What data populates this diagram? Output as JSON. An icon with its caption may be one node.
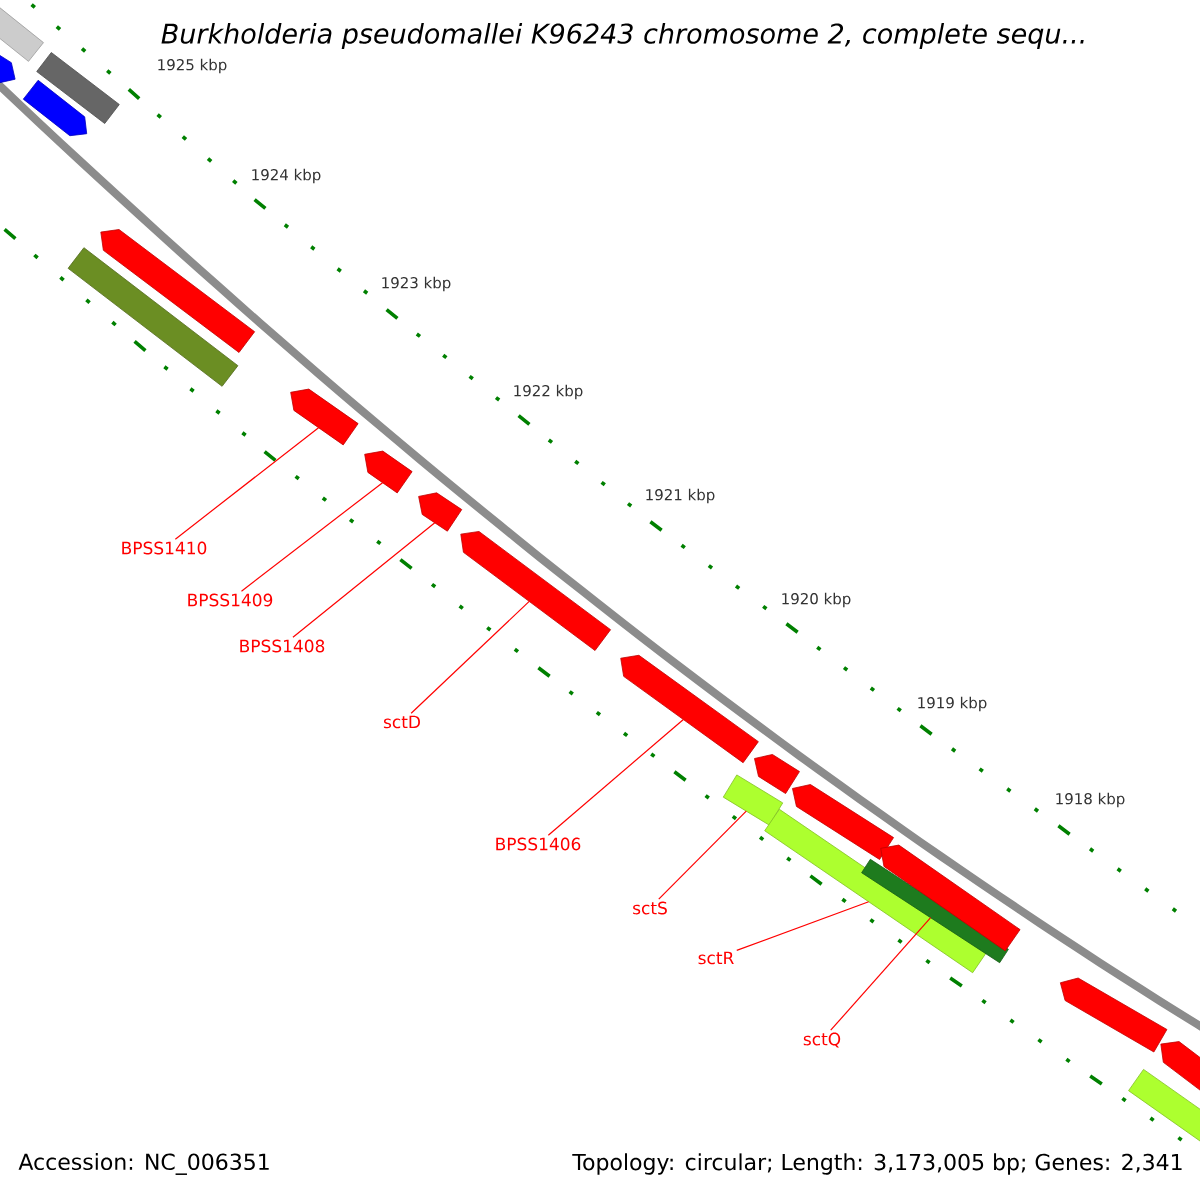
{
  "diagram": {
    "title": "Burkholderia pseudomallei K96243 chromosome 2, complete sequ...",
    "nodes": [
      {
        "text": [
          "BPSS1410"
        ]
      },
      {
        "text": [
          "BPSS1409"
        ]
      },
      {
        "text": [
          "BPSS1408"
        ]
      },
      {
        "text": [
          "sctD"
        ]
      },
      {
        "text": [
          "BPSS1406"
        ]
      },
      {
        "text": [
          "sctS"
        ]
      },
      {
        "text": [
          "sctR"
        ]
      },
      {
        "text": [
          "sctQ"
        ]
      },
      {
        "text": [],
        "shape": "bar"
      },
      {
        "text": [],
        "shape": "bar"
      },
      {
        "text": [],
        "shape": "bar"
      },
      {
        "text": [],
        "shape": "bar"
      },
      {
        "text": [],
        "shape": "bar"
      },
      {
        "text": [],
        "shape": "bar"
      },
      {
        "text": [],
        "shape": "bar"
      },
      {
        "text": [],
        "shape": "bar"
      },
      {
        "text": [],
        "shape": "bar"
      },
      {
        "text": [],
        "shape": "bar"
      },
      {
        "text": [],
        "shape": "bar"
      },
      {
        "text": [],
        "shape": "bar"
      },
      {
        "text": [],
        "shape": "bar"
      },
      {
        "text": [],
        "shape": "bar"
      },
      {
        "text": [],
        "shape": "bar"
      },
      {
        "text": [],
        "shape": "bar"
      },
      {
        "text": [],
        "shape": "bar"
      },
      {
        "text": [],
        "shape": "bar"
      },
      {
        "text": [],
        "shape": "bar"
      },
      {
        "text": [],
        "shape": "bar"
      }
    ],
    "edges": [
      {
        "from": 0,
        "to": 14,
        "arrow": "none"
      },
      {
        "from": 1,
        "to": 15,
        "arrow": "none"
      },
      {
        "from": 2,
        "to": 16,
        "arrow": "none"
      },
      {
        "from": 3,
        "to": 17,
        "arrow": "none"
      },
      {
        "from": 4,
        "to": 18,
        "arrow": "none"
      },
      {
        "from": 5,
        "to": 19,
        "arrow": "none"
      },
      {
        "from": 6,
        "to": 21,
        "arrow": "none"
      },
      {
        "from": 7,
        "to": 23,
        "arrow": "none"
      }
    ],
    "labels": [
      "1925 kbp",
      "1924 kbp",
      "1923 kbp",
      "1922 kbp",
      "1921 kbp",
      "1920 kbp",
      "1919 kbp",
      "1918 kbp",
      "Accession: NC_006351",
      "Topology: circular; Length: 3,173,005 bp; Genes: 2,341"
    ]
  }
}
